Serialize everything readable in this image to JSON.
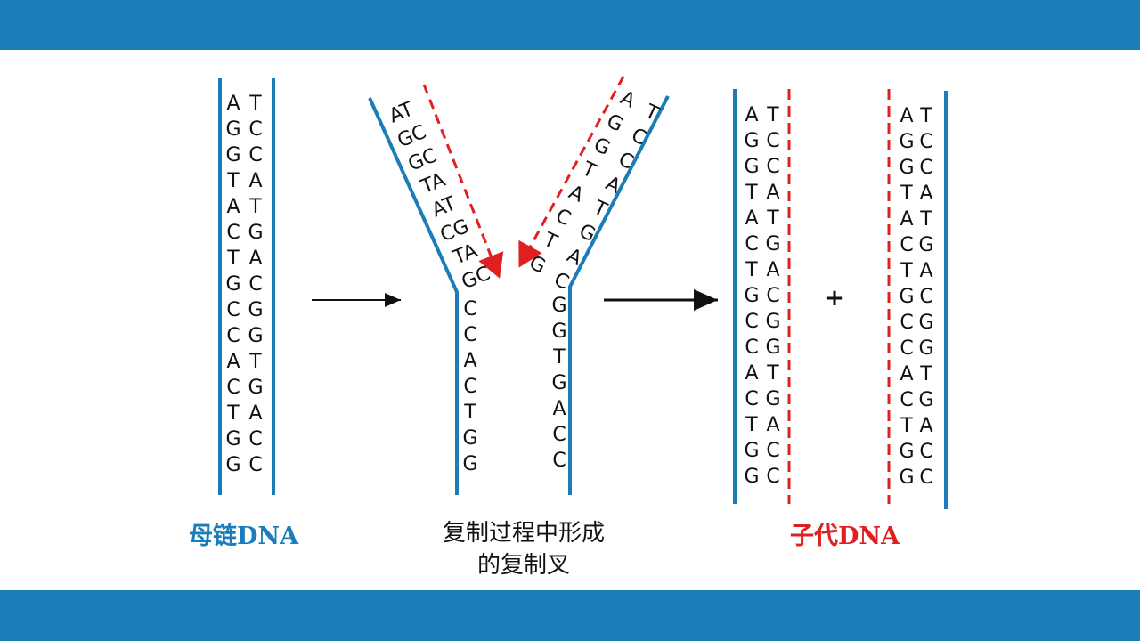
{
  "colors": {
    "band": "#1a7db9",
    "strand": "#1a7db9",
    "new_strand": "#e02020",
    "text": "#111111"
  },
  "labels": {
    "parent_dna": "母链DNA",
    "fork_line1": "复制过程中形成",
    "fork_line2": "的复制叉",
    "daughter_dna": "子代DNA",
    "plus": "+"
  },
  "parent": {
    "left": [
      "A",
      "G",
      "G",
      "T",
      "A",
      "C",
      "T",
      "G",
      "C",
      "C",
      "A",
      "C",
      "T",
      "G",
      "G"
    ],
    "right": [
      "T",
      "C",
      "C",
      "A",
      "T",
      "G",
      "A",
      "C",
      "G",
      "G",
      "T",
      "G",
      "A",
      "C",
      "C"
    ]
  },
  "fork": {
    "left_arm": [
      "AT",
      "GC",
      "GC",
      "TA",
      "AT",
      "CG",
      "TA",
      "GC"
    ],
    "right_arm_outer": [
      "T",
      "C",
      "C",
      "A",
      "T",
      "G",
      "A",
      "C"
    ],
    "right_arm_inner": [
      "A",
      "G",
      "G",
      "T",
      "A",
      "C",
      "T",
      "G"
    ],
    "stem_left": [
      "C",
      "C",
      "A",
      "C",
      "T",
      "G",
      "G"
    ],
    "stem_right": [
      "G",
      "G",
      "T",
      "G",
      "A",
      "C",
      "C"
    ]
  },
  "daughter1": {
    "left": [
      "A",
      "G",
      "G",
      "T",
      "A",
      "C",
      "T",
      "G",
      "C",
      "C",
      "A",
      "C",
      "T",
      "G",
      "G"
    ],
    "right": [
      "T",
      "C",
      "C",
      "A",
      "T",
      "G",
      "A",
      "C",
      "G",
      "G",
      "T",
      "G",
      "A",
      "C",
      "C"
    ]
  },
  "daughter2": {
    "left": [
      "A",
      "G",
      "G",
      "T",
      "A",
      "C",
      "T",
      "G",
      "C",
      "C",
      "A",
      "C",
      "T",
      "G",
      "G"
    ],
    "right": [
      "T",
      "C",
      "C",
      "A",
      "T",
      "G",
      "A",
      "C",
      "G",
      "G",
      "T",
      "G",
      "A",
      "C",
      "C"
    ]
  }
}
